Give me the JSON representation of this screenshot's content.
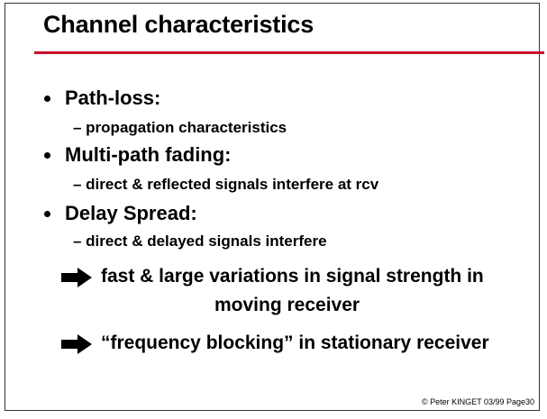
{
  "slide": {
    "title": "Channel characteristics",
    "bullets": [
      {
        "label": "Path-loss:",
        "sub": "– propagation characteristics"
      },
      {
        "label": "Multi-path fading:",
        "sub": "– direct & reflected signals interfere at rcv"
      },
      {
        "label": "Delay Spread:",
        "sub": "– direct & delayed signals interfere"
      }
    ],
    "conclusions": [
      {
        "line1": "fast & large variations in signal strength in",
        "line2": "moving receiver"
      },
      {
        "line1": "“frequency blocking” in stationary receiver"
      }
    ],
    "footer": "© Peter KINGET  03/99 Page30",
    "accent_color": "#c8102e",
    "icons": [
      "bullet-dot-icon",
      "right-arrow-icon"
    ]
  }
}
